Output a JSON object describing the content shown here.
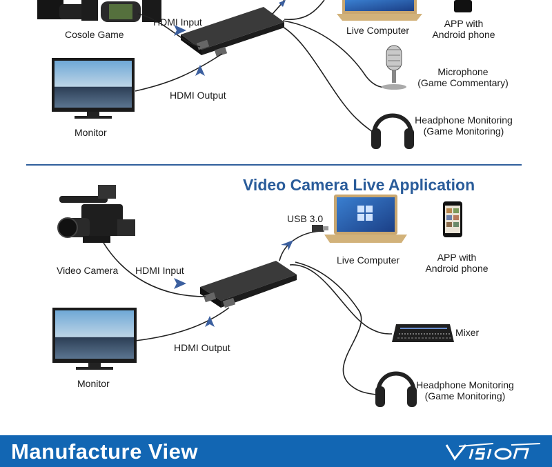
{
  "section1": {
    "game_label": "Cosole Game",
    "hdmi_input": "HDMI Input",
    "hdmi_output": "HDMI Output",
    "monitor": "Monitor",
    "live_computer": "Live Computer",
    "app_line1": "APP with",
    "app_line2": "Android phone",
    "mic_line1": "Microphone",
    "mic_line2": "(Game Commentary)",
    "head_line1": "Headphone Monitoring",
    "head_line2": "(Game Monitoring)"
  },
  "section2": {
    "title": "Video Camera Live Application",
    "camera": "Video Camera",
    "hdmi_input": "HDMI Input",
    "hdmi_output": "HDMI Output",
    "monitor": "Monitor",
    "usb": "USB 3.0",
    "live_computer": "Live Computer",
    "app_line1": "APP with",
    "app_line2": "Android phone",
    "mixer": "Mixer",
    "head_line1": "Headphone Monitoring",
    "head_line2": "(Game Monitoring)"
  },
  "banner": {
    "text": "Manufacture View",
    "logo_alt": "Vision"
  },
  "colors": {
    "accent": "#2a5c9a",
    "banner": "#1266b3",
    "arrow": "#3b5f9f"
  }
}
